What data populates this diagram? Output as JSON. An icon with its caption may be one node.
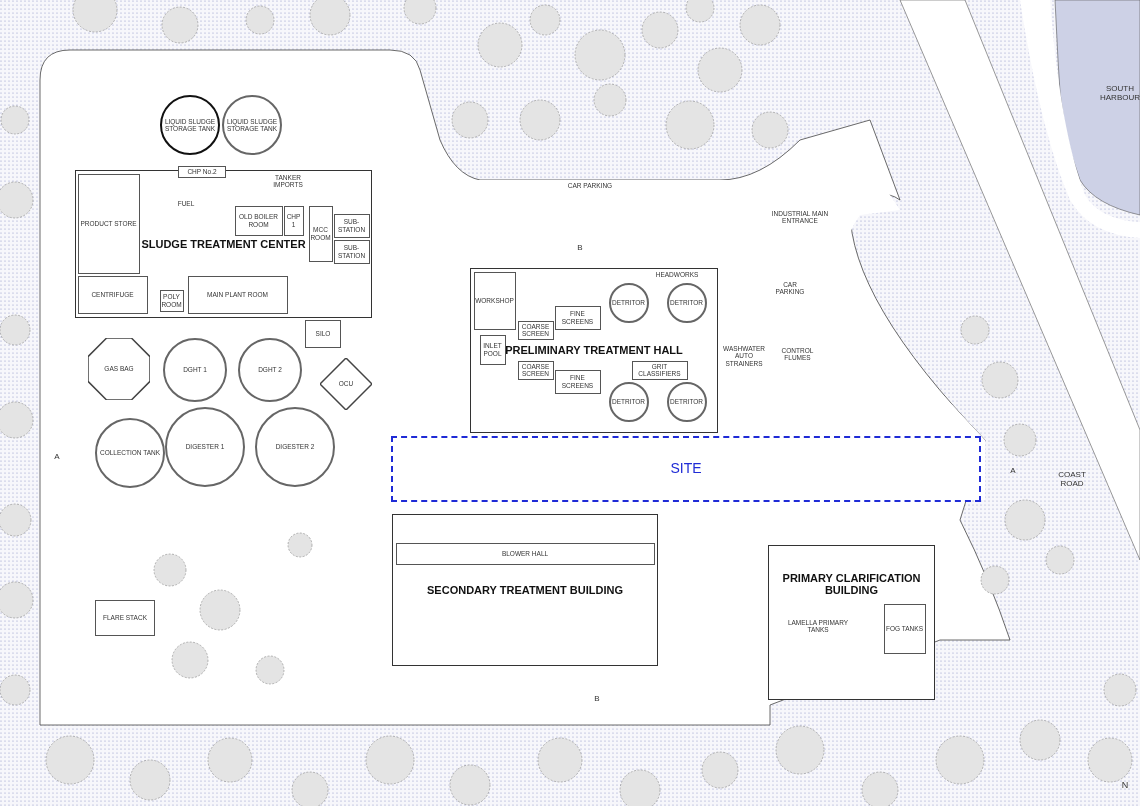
{
  "diagram": {
    "nodes": [
      {
        "text": [
          "SLUDGE TREATMENT CENTER"
        ]
      },
      {
        "text": [
          "PRODUCT STORE"
        ],
        "in": 0
      },
      {
        "text": [
          "CENTRIFUGE"
        ],
        "in": 0
      },
      {
        "text": [
          "OLD BOILER ROOM"
        ],
        "in": 0
      },
      {
        "text": [
          "CHP 1"
        ],
        "in": 0
      },
      {
        "text": [
          "MCC ROOM"
        ],
        "in": 0
      },
      {
        "text": [
          "SUB-STATION"
        ],
        "in": 0
      },
      {
        "text": [
          "SUB-STATION"
        ],
        "in": 0
      },
      {
        "text": [
          "POLY ROOM"
        ],
        "in": 0
      },
      {
        "text": [
          "MAIN PLANT ROOM"
        ],
        "in": 0
      },
      {
        "text": [
          "LIQUID SLUDGE STORAGE TANK"
        ]
      },
      {
        "text": [
          "LIQUID SLUDGE STORAGE TANK"
        ]
      },
      {
        "text": [
          "CHP No.2"
        ]
      },
      {
        "text": [
          "GAS BAG"
        ]
      },
      {
        "text": [
          "DGHT 1"
        ]
      },
      {
        "text": [
          "DGHT 2"
        ]
      },
      {
        "text": [
          "SILO"
        ]
      },
      {
        "text": [
          "OCU"
        ]
      },
      {
        "text": [
          "DIGESTER 1"
        ]
      },
      {
        "text": [
          "DIGESTER 2"
        ]
      },
      {
        "text": [
          "COLLECTION TANK"
        ]
      },
      {
        "text": [
          "FLARE STACK"
        ]
      },
      {
        "text": [
          "PRELIMINARY TREATMENT HALL"
        ]
      },
      {
        "text": [
          "WORKSHOP"
        ],
        "in": 22
      },
      {
        "text": [
          "INLET POOL"
        ],
        "in": 22
      },
      {
        "text": [
          "COARSE SCREEN"
        ],
        "in": 22
      },
      {
        "text": [
          "COARSE SCREEN"
        ],
        "in": 22
      },
      {
        "text": [
          "FINE SCREENS"
        ],
        "in": 22
      },
      {
        "text": [
          "FINE SCREENS"
        ],
        "in": 22
      },
      {
        "text": [
          "DETRITOR"
        ],
        "in": 22
      },
      {
        "text": [
          "DETRITOR"
        ],
        "in": 22
      },
      {
        "text": [
          "DETRITOR"
        ],
        "in": 22
      },
      {
        "text": [
          "DETRITOR"
        ],
        "in": 22
      },
      {
        "text": [
          "GRIT CLASSIFIERS"
        ],
        "in": 22
      },
      {
        "text": [
          "SITE"
        ]
      },
      {
        "text": [
          "SECONDARY TREATMENT BUILDING"
        ]
      },
      {
        "text": [
          "BLOWER HALL"
        ],
        "in": 35
      },
      {
        "text": [
          "PRIMARY CLARIFICATION BUILDING"
        ]
      },
      {
        "text": [
          "FOG TANKS"
        ],
        "in": 37
      }
    ],
    "labels": [
      "SOUTH HARBOUR",
      "TANKER IMPORTS",
      "FUEL",
      "CAR PARKING",
      "INDUSTRIAL MAIN ENTRANCE",
      "B",
      "HEADWORKS",
      "CAR PARKING",
      "WASHWATER AUTO STRAINERS",
      "CONTROL FLUMES",
      "A",
      "A",
      "COAST ROAD",
      "LAMELLA PRIMARY TANKS",
      "B",
      "N"
    ]
  }
}
